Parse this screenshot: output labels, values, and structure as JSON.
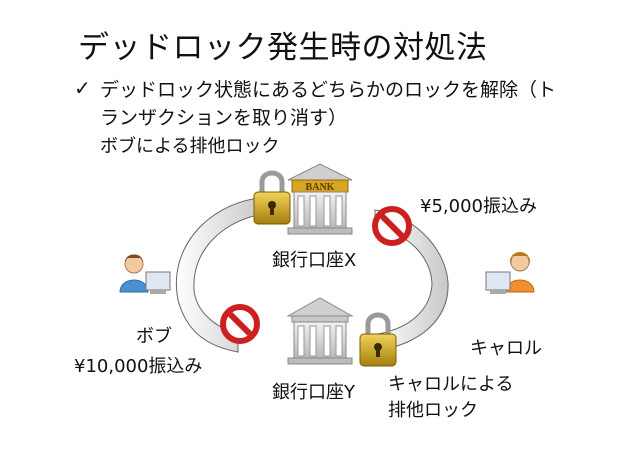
{
  "slide": {
    "title": "デッドロック発生時の対処法",
    "bullet_mark": "✓",
    "bullet_text": "デッドロック状態にあるどちらかのロックを解除（トランザクションを取り消す）"
  },
  "diagram": {
    "bob_lock_label": "ボブによる排他ロック",
    "carol_lock_label_line1": "キャロルによる",
    "carol_lock_label_line2": "排他ロック",
    "account_x": "銀行口座X",
    "account_y": "銀行口座Y",
    "bank_sign": "BANK",
    "bob": "ボブ",
    "carol": "キャロル",
    "bob_transfer": "¥10,000振込み",
    "carol_transfer": "¥5,000振込み"
  },
  "icons": {
    "lock": "padlock-icon",
    "prohibit": "no-entry-icon",
    "bank": "bank-building-icon",
    "person": "person-at-computer-icon"
  },
  "colors": {
    "lock_gold": "#c9a21a",
    "prohibit_red": "#cc1f1f",
    "arrow_gray": "#d4d4d4",
    "bank_gray": "#bdbdbd",
    "bank_sign_gold": "#d9a520"
  }
}
